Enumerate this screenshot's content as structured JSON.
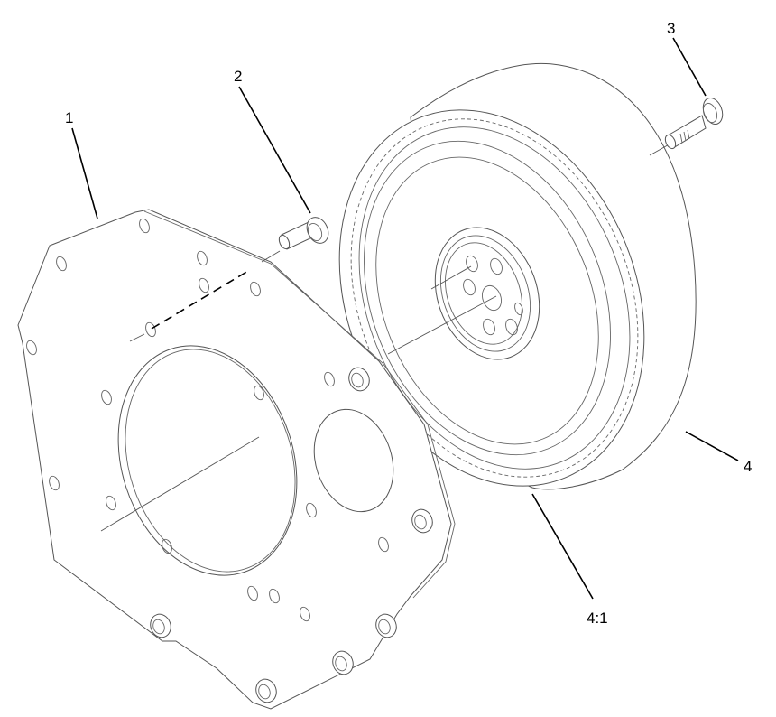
{
  "diagram": {
    "type": "exploded-parts-view",
    "subject": "engine adapter plate and flywheel assembly",
    "callouts": [
      {
        "id": "1",
        "label": "1",
        "part": "adapter plate"
      },
      {
        "id": "2",
        "label": "2",
        "part": "dowel / hex bolt"
      },
      {
        "id": "3",
        "label": "3",
        "part": "flywheel bolt"
      },
      {
        "id": "4",
        "label": "4",
        "part": "flywheel"
      },
      {
        "id": "4:1",
        "label": "4:1",
        "part": "ring gear"
      }
    ],
    "colors": {
      "background": "#ffffff",
      "line": "#555555",
      "leader": "#000000"
    }
  }
}
